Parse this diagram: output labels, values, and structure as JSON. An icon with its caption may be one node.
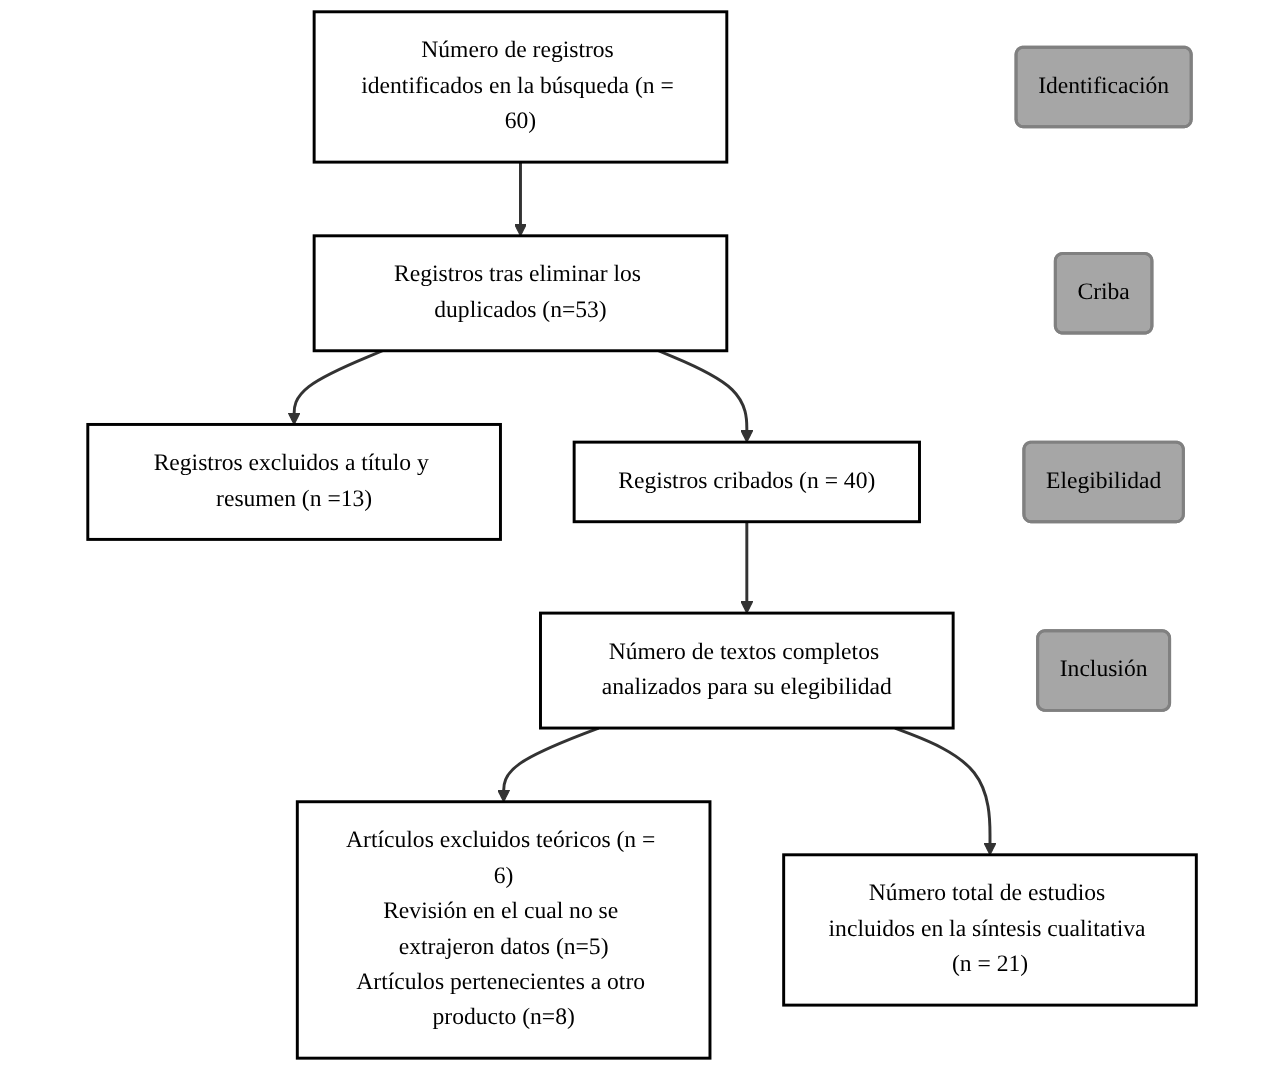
{
  "diagram": {
    "nodes": [
      {
        "text": [
          "Identificación"
        ]
      },
      {
        "text": [
          "Número de registros identificados en la búsqueda (n = 60)"
        ]
      },
      {
        "text": [
          "Registros tras eliminar los duplicados (n=53)"
        ]
      },
      {
        "text": [
          "Registros excluidos a título y resumen (n =13)"
        ]
      },
      {
        "text": [
          "Criba"
        ]
      },
      {
        "text": [
          "Registros cribados (n = 40)"
        ]
      },
      {
        "text": [
          "Elegibilidad"
        ]
      },
      {
        "text": [
          "Número de textos completos analizados para su elegibilidad"
        ]
      },
      {
        "text": [
          "Artículos excluidos teóricos (n = 6)",
          "Revisión en el cual no se extrajeron datos (n=5)",
          "Artículos pertenecientes a otro producto (n=8)"
        ]
      },
      {
        "text": [
          "Inclusión"
        ]
      },
      {
        "text": [
          "Número total de estudios incluidos en la síntesis cualitativa (n = 21)"
        ]
      }
    ],
    "edges": [
      {
        "from": 1,
        "to": 2,
        "arrow": "to"
      },
      {
        "from": 2,
        "to": 3,
        "arrow": "to"
      },
      {
        "from": 2,
        "to": 5,
        "arrow": "to"
      },
      {
        "from": 5,
        "to": 7,
        "arrow": "to"
      },
      {
        "from": 7,
        "to": 8,
        "arrow": "to"
      },
      {
        "from": 7,
        "to": 10,
        "arrow": "to"
      }
    ]
  }
}
